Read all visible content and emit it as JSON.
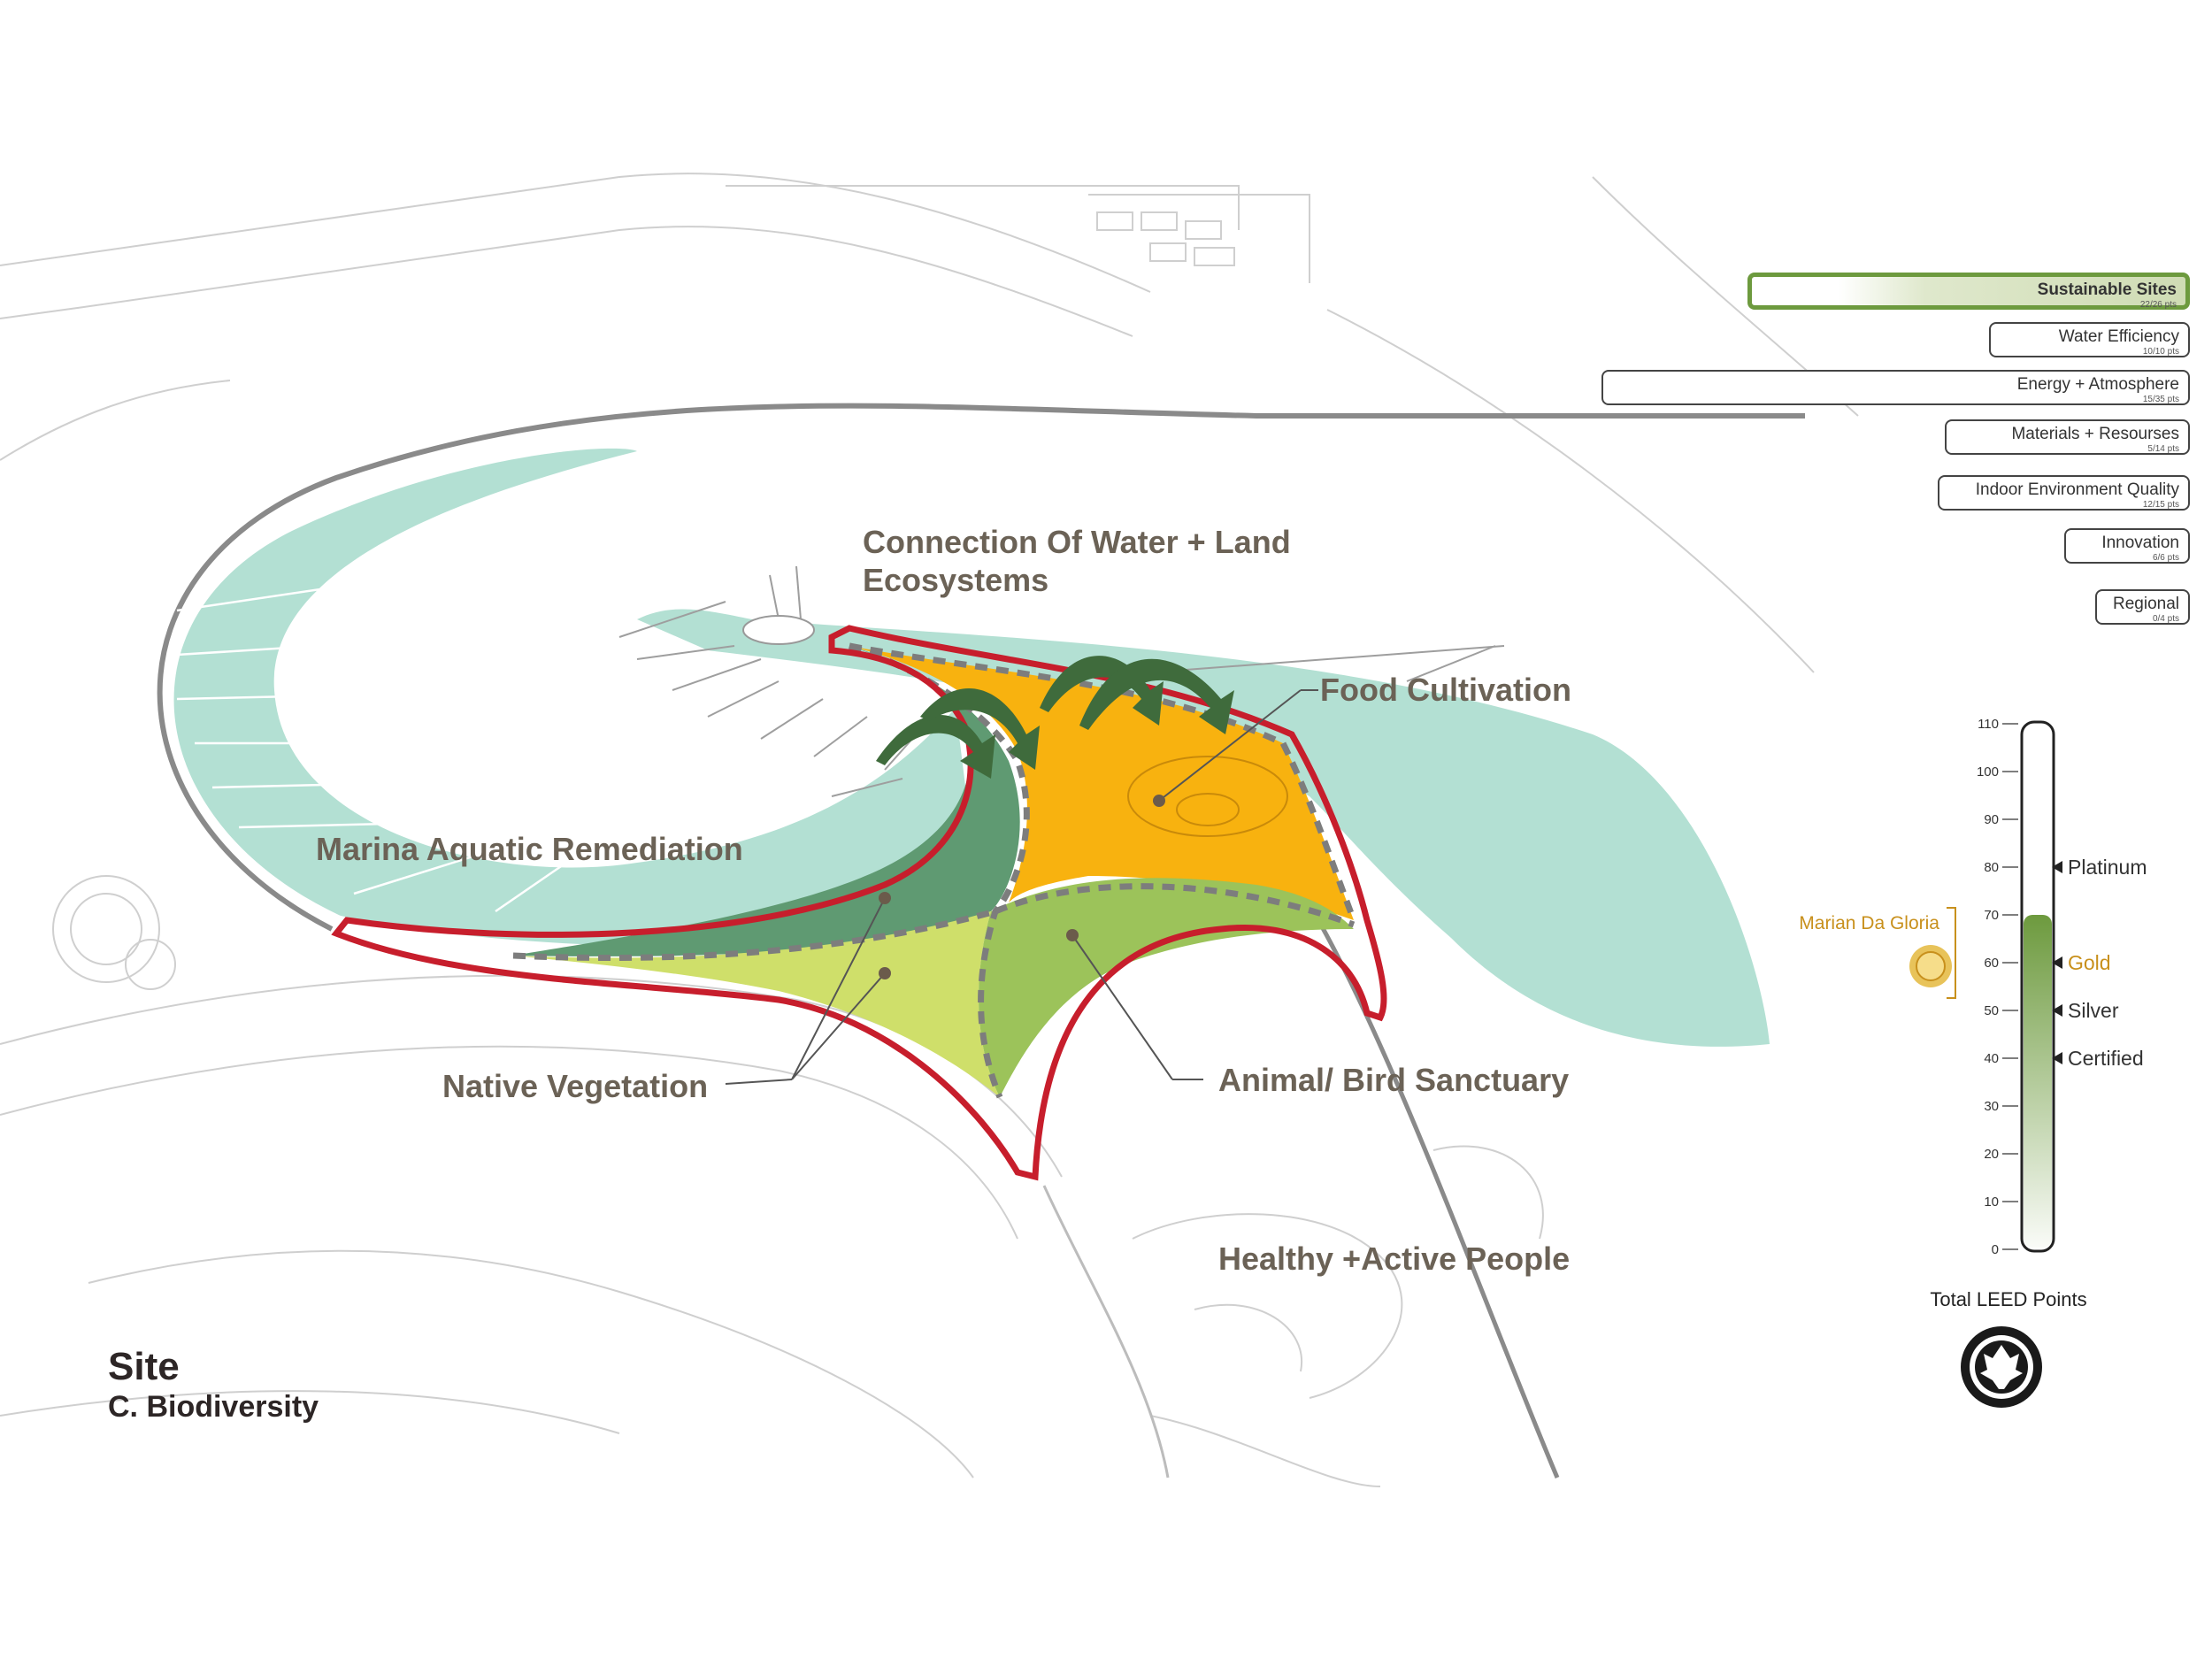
{
  "title": {
    "main": "Site",
    "sub": "C. Biodiversity"
  },
  "zones": {
    "water_land": {
      "line1": "Connection Of Water + Land",
      "line2": "Ecosystems"
    },
    "food": "Food Cultivation",
    "marina": "Marina Aquatic Remediation",
    "native": "Native Vegetation",
    "animal": "Animal/ Bird Sanctuary",
    "healthy": "Healthy +Active People"
  },
  "colors": {
    "marina": "#b3e0d3",
    "food": "#f8b20f",
    "native": "#cfdf6a",
    "sanctuary": "#9cc35a",
    "dark_green": "#5f9a72",
    "outline": "#c71e2c",
    "gold": "#c8901c",
    "leed_green": "#6d9a3e"
  },
  "leed_categories": [
    {
      "name": "Sustainable Sites",
      "points": "22/26 pts",
      "active": true
    },
    {
      "name": "Water Efficiency",
      "points": "10/10 pts",
      "active": false
    },
    {
      "name": "Energy + Atmosphere",
      "points": "15/35 pts",
      "active": false
    },
    {
      "name": "Materials + Resourses",
      "points": "5/14 pts",
      "active": false
    },
    {
      "name": "Indoor Environment Quality",
      "points": "12/15 pts",
      "active": false
    },
    {
      "name": "Innovation",
      "points": "6/6 pts",
      "active": false
    },
    {
      "name": "Regional",
      "points": "0/4 pts",
      "active": false
    }
  ],
  "leed_scale": {
    "ticks": [
      "110",
      "100",
      "90",
      "80",
      "70",
      "60",
      "50",
      "40",
      "30",
      "20",
      "10",
      "0"
    ],
    "max": 110,
    "project_value": 70,
    "levels": [
      {
        "name": "Platinum",
        "value": 80
      },
      {
        "name": "Gold",
        "value": 60
      },
      {
        "name": "Silver",
        "value": 50
      },
      {
        "name": "Certified",
        "value": 40
      }
    ],
    "project_name": "Marian Da Gloria",
    "project_range": [
      60,
      70
    ],
    "total_label": "Total LEED Points"
  }
}
